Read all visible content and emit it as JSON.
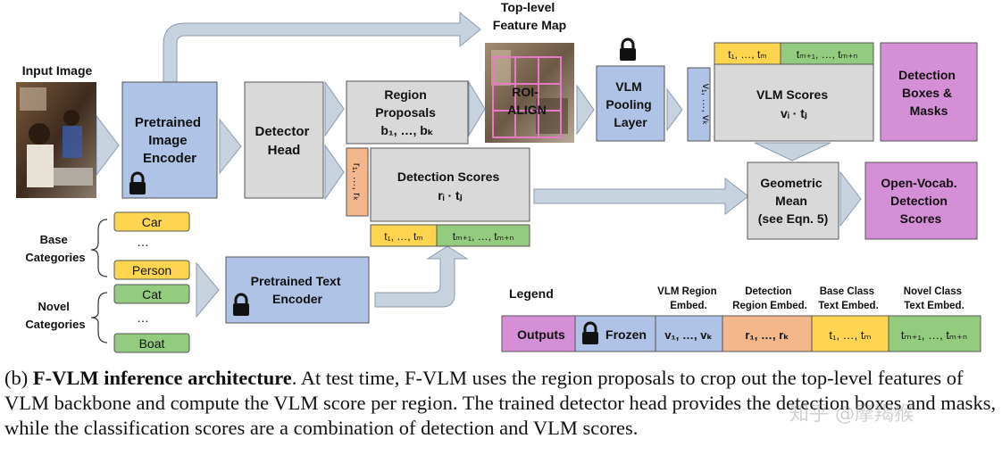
{
  "input_image_label": "Input Image",
  "top_feature_map_label": [
    "Top-level",
    "Feature Map"
  ],
  "roi_align_label": [
    "ROI-",
    "ALIGN"
  ],
  "encoder_label": [
    "Pretrained",
    "Image",
    "Encoder"
  ],
  "detector_head_label": [
    "Detector",
    "Head"
  ],
  "region_proposals": {
    "title": [
      "Region",
      "Proposals"
    ],
    "math": "b₁, …, bₖ"
  },
  "vlm_pooling_label": [
    "VLM",
    "Pooling",
    "Layer"
  ],
  "vlm_embed_vertical": "v₁, …, vₖ",
  "vlm_scores": {
    "title": "VLM Scores",
    "math": "vᵢ · tⱼ"
  },
  "vlm_text_embed": {
    "base": "t₁, …, tₘ",
    "novel": "tₘ₊₁, …, tₘ₊ₙ"
  },
  "detection_boxes_label": [
    "Detection",
    "Boxes &",
    "Masks"
  ],
  "region_embed_vertical": "r₁, …, rₖ",
  "detection_scores": {
    "title": "Detection Scores",
    "math": "rᵢ · tⱼ"
  },
  "det_text_embed": {
    "base": "t₁, …, tₘ",
    "novel": "tₘ₊₁, …, tₘ₊ₙ"
  },
  "geometric_mean_label": [
    "Geometric",
    "Mean",
    "(see Eqn. 5)"
  ],
  "open_vocab_label": [
    "Open-Vocab.",
    "Detection",
    "Scores"
  ],
  "base_categories": {
    "label": [
      "Base",
      "Categories"
    ],
    "items": [
      "Car",
      "…",
      "Person"
    ]
  },
  "novel_categories": {
    "label": [
      "Novel",
      "Categories"
    ],
    "items": [
      "Cat",
      "…",
      "Boat"
    ]
  },
  "text_encoder_label": [
    "Pretrained Text",
    "Encoder"
  ],
  "legend": {
    "title": "Legend",
    "headers": [
      [
        "VLM Region",
        "Embed."
      ],
      [
        "Detection",
        "Region Embed."
      ],
      [
        "Base Class",
        "Text Embed."
      ],
      [
        "Novel Class",
        "Text Embed."
      ]
    ],
    "cells": [
      "Outputs",
      "Frozen",
      "v₁, …, vₖ",
      "r₁, …, rₖ",
      "t₁, …, tₘ",
      "tₘ₊₁, …, tₘ₊ₙ"
    ]
  },
  "caption": {
    "prefix": "(b) ",
    "bold": "F-VLM inference architecture",
    "rest": ". At test time, F-VLM uses the region proposals to crop out the top-level features of VLM backbone and compute the VLM score per region. The trained detector head provides the detection boxes and masks, while the classification scores are a combination of detection and VLM scores."
  },
  "watermark": "知乎 @摩羯猴",
  "colors": {
    "blue": "#aec3e6",
    "gray": "#d9d9d9",
    "pink": "#d58fd6",
    "yellow": "#ffd54f",
    "green": "#93cc7e",
    "arrow": "#c7d2df"
  }
}
